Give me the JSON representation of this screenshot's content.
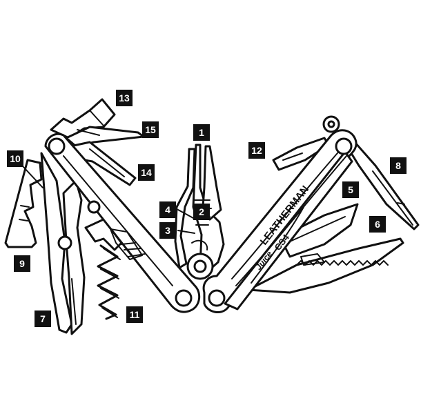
{
  "callouts": [
    {
      "id": "c1",
      "label": "1"
    },
    {
      "id": "c2",
      "label": "2"
    },
    {
      "id": "c3",
      "label": "3"
    },
    {
      "id": "c4",
      "label": "4"
    },
    {
      "id": "c5",
      "label": "5"
    },
    {
      "id": "c6",
      "label": "6"
    },
    {
      "id": "c7",
      "label": "7"
    },
    {
      "id": "c8",
      "label": "8"
    },
    {
      "id": "c9",
      "label": "9"
    },
    {
      "id": "c10",
      "label": "10"
    },
    {
      "id": "c11",
      "label": "11"
    },
    {
      "id": "c12",
      "label": "12"
    },
    {
      "id": "c13",
      "label": "13"
    },
    {
      "id": "c14",
      "label": "14"
    },
    {
      "id": "c15",
      "label": "15"
    }
  ],
  "handle_text": {
    "brand": "LEATHERMAN",
    "model": "Juice",
    "model_suffix": "CS4"
  },
  "colors": {
    "line": "#111111",
    "fill": "#ffffff",
    "badge_bg": "#111111",
    "badge_text": "#ffffff"
  }
}
